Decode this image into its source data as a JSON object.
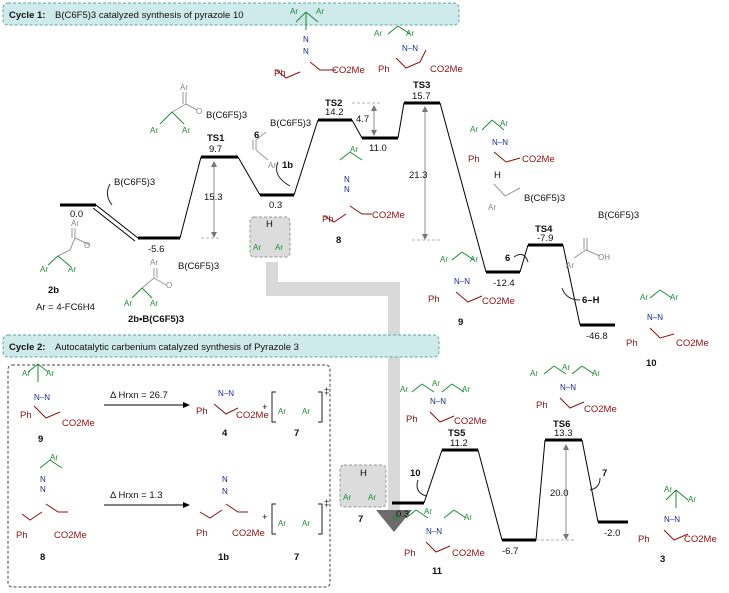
{
  "cycle1": {
    "label": "Cycle 1:",
    "title": "B(C6F5)3 catalyzed synthesis of pyrazole 10"
  },
  "cycle2": {
    "label": "Cycle 2:",
    "title": "Autocatalytic carbenium catalyzed synthesis of Pyrazole 3"
  },
  "energies1": {
    "e0": "0.0",
    "em56": "-5.6",
    "ts1": "9.7",
    "e03": "0.3",
    "ts2": "14.2",
    "e11": "11.0",
    "ts3": "15.7",
    "em124": "-12.4",
    "ts4": "-7.9",
    "em468": "-46.8"
  },
  "barriers1": {
    "b153": "15.3",
    "b47": "4.7",
    "b213": "21.3"
  },
  "ts_labels": {
    "ts1": "TS1",
    "ts2": "TS2",
    "ts3": "TS3",
    "ts4": "TS4",
    "ts5": "TS5",
    "ts6": "TS6"
  },
  "energies2": {
    "e03": "0.3",
    "ts5": "11.2",
    "em67": "-6.7",
    "ts6": "13.3",
    "em20": "-2.0"
  },
  "barriers2": {
    "b200": "20.0"
  },
  "compounds": {
    "c2b": "2b",
    "c2bB": "2b•B(C6F5)3",
    "c6": "6",
    "c7": "7",
    "c8": "8",
    "c9": "9",
    "c10": "10",
    "c11": "11",
    "c3": "3",
    "c4": "4",
    "c1b": "1b",
    "c1b_label": "1b",
    "c6H": "6–H"
  },
  "reagent": "B(C6F5)3",
  "ar_def": "Ar = 4-FC6H4",
  "reaction1": {
    "dh": "Δ Hrxn = 26.7"
  },
  "reaction2": {
    "dh": "Δ Hrxn = 1.3"
  },
  "labels": {
    "Ph": "Ph",
    "CO2Me": "CO2Me",
    "Ar": "Ar",
    "H": "H",
    "OH": "OH",
    "plus": "+",
    "dagger": "‡"
  }
}
